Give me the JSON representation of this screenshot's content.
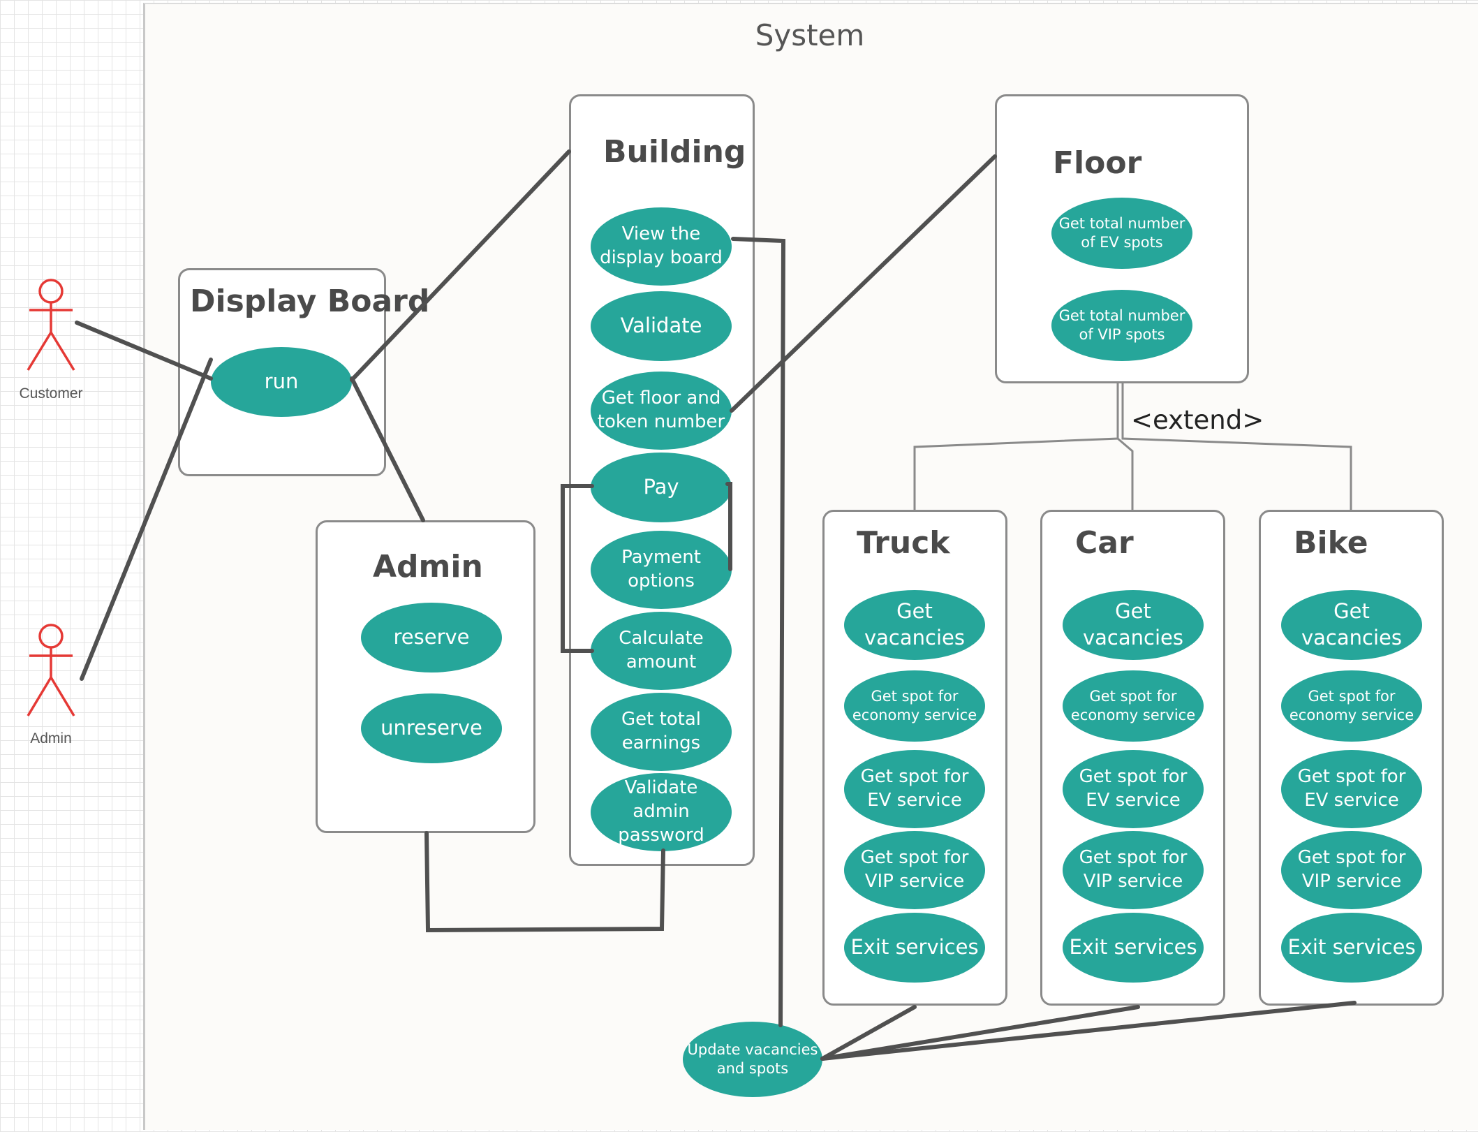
{
  "system": {
    "title": "System"
  },
  "actors": {
    "customer": "Customer",
    "admin": "Admin"
  },
  "display_board": {
    "title": "Display Board",
    "use_cases": [
      "run"
    ]
  },
  "admin_box": {
    "title": "Admin",
    "use_cases": [
      "reserve",
      "unreserve"
    ]
  },
  "building": {
    "title": "Building",
    "use_cases": [
      "View the\ndisplay board",
      "Validate",
      "Get floor and\ntoken number",
      "Pay",
      "Payment\noptions",
      "Calculate\namount",
      "Get total\nearnings",
      "Validate admin\npassword"
    ]
  },
  "floor": {
    "title": "Floor",
    "use_cases": [
      "Get total number\nof EV spots",
      "Get total number\nof VIP spots"
    ]
  },
  "extend_label": "<extend>",
  "vehicles": [
    {
      "title": "Truck",
      "use_cases": [
        "Get vacancies",
        "Get spot for\neconomy service",
        "Get spot for\nEV service",
        "Get spot for\nVIP service",
        "Exit services"
      ]
    },
    {
      "title": "Car",
      "use_cases": [
        "Get vacancies",
        "Get spot for\neconomy service",
        "Get spot for\nEV service",
        "Get spot for\nVIP service",
        "Exit services"
      ]
    },
    {
      "title": "Bike",
      "use_cases": [
        "Get vacancies",
        "Get spot for\neconomy service",
        "Get spot for\nEV service",
        "Get spot for\nVIP service",
        "Exit services"
      ]
    }
  ],
  "update": {
    "label": "Update vacancies\nand spots"
  },
  "colors": {
    "use_case": "#26a69a",
    "actor": "#e53935",
    "connector": "#505050"
  }
}
